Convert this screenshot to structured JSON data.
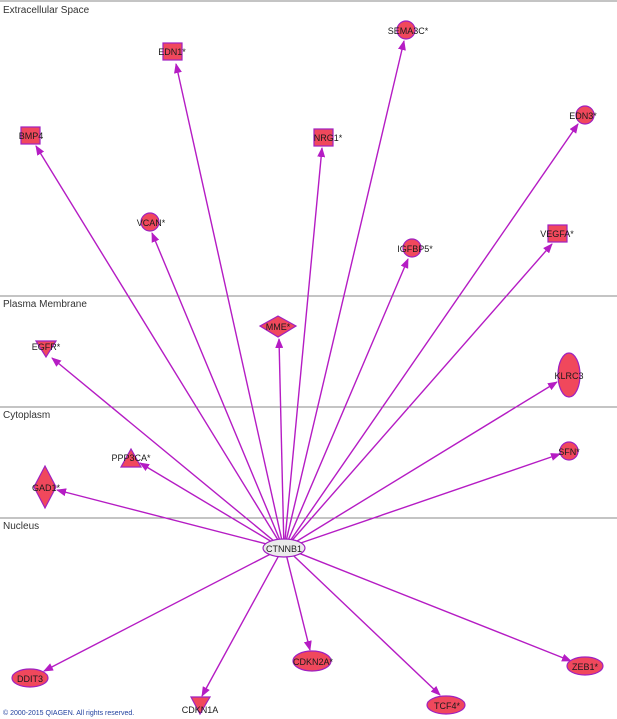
{
  "colors": {
    "edge": "#b51cc4",
    "node_fill": "#f0485c",
    "node_stroke": "#a020c0",
    "hub_fill": "#ebebeb",
    "hub_stroke": "#a020c0",
    "divider": "#8a8a8a"
  },
  "regions": [
    {
      "id": "extracellular",
      "label": "Extracellular Space"
    },
    {
      "id": "plasma",
      "label": "Plasma Membrane"
    },
    {
      "id": "cytoplasm",
      "label": "Cytoplasm"
    },
    {
      "id": "nucleus",
      "label": "Nucleus"
    }
  ],
  "hub": {
    "label": "CTNNB1",
    "shape": "ellipse"
  },
  "nodes": [
    {
      "id": "edn1",
      "label": "EDN1*",
      "shape": "square",
      "region": "extracellular"
    },
    {
      "id": "sema3c",
      "label": "SEMA3C*",
      "shape": "circle",
      "region": "extracellular"
    },
    {
      "id": "bmp4",
      "label": "BMP4",
      "shape": "square",
      "region": "extracellular"
    },
    {
      "id": "nrg1",
      "label": "NRG1*",
      "shape": "square",
      "region": "extracellular"
    },
    {
      "id": "edn3",
      "label": "EDN3*",
      "shape": "circle",
      "region": "extracellular"
    },
    {
      "id": "vcan",
      "label": "VCAN*",
      "shape": "circle",
      "region": "extracellular"
    },
    {
      "id": "igfbp5",
      "label": "IGFBP5*",
      "shape": "circle",
      "region": "extracellular"
    },
    {
      "id": "vegfa",
      "label": "VEGFA*",
      "shape": "square",
      "region": "extracellular"
    },
    {
      "id": "mme",
      "label": "MME*",
      "shape": "diamond",
      "region": "plasma"
    },
    {
      "id": "egfr",
      "label": "EGFR*",
      "shape": "triangle-down",
      "region": "plasma"
    },
    {
      "id": "klrc3",
      "label": "KLRC3",
      "shape": "tall-ellipse",
      "region": "plasma"
    },
    {
      "id": "ppp3ca",
      "label": "PPP3CA*",
      "shape": "triangle-up",
      "region": "cytoplasm"
    },
    {
      "id": "sfn",
      "label": "SFN*",
      "shape": "circle",
      "region": "cytoplasm"
    },
    {
      "id": "gad1",
      "label": "GAD1*",
      "shape": "diamond-tall",
      "region": "cytoplasm"
    },
    {
      "id": "ddit3",
      "label": "DDIT3",
      "shape": "ellipse",
      "region": "nucleus"
    },
    {
      "id": "cdkn2a",
      "label": "CDKN2A*",
      "shape": "ellipse",
      "region": "nucleus"
    },
    {
      "id": "zeb1",
      "label": "ZEB1*",
      "shape": "ellipse",
      "region": "nucleus"
    },
    {
      "id": "tcf4",
      "label": "TCF4*",
      "shape": "ellipse",
      "region": "nucleus"
    },
    {
      "id": "cdkn1a",
      "label": "CDKN1A",
      "shape": "triangle-down",
      "region": "nucleus"
    }
  ],
  "copyright": "© 2000-2015 QIAGEN. All rights reserved."
}
